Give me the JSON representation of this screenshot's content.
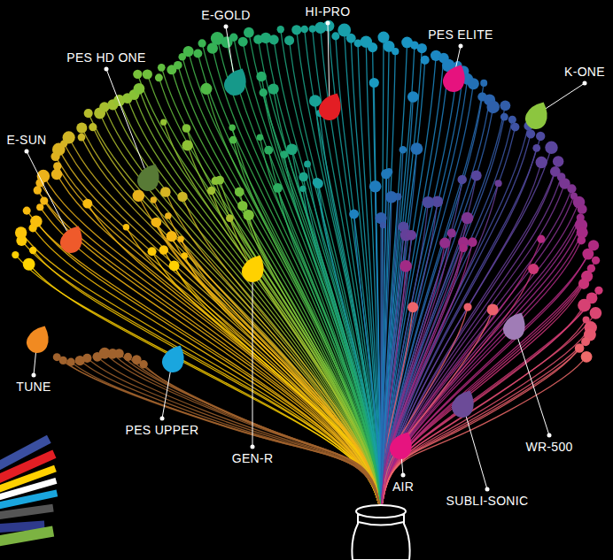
{
  "diagram": {
    "labels": [
      "E-GOLD",
      "HI-PRO",
      "PES ELITE",
      "K-ONE",
      "PES HD ONE",
      "E-SUN",
      "TUNE",
      "PES UPPER",
      "GEN-R",
      "WR-500",
      "AIR",
      "SUBLI-SONIC"
    ]
  }
}
